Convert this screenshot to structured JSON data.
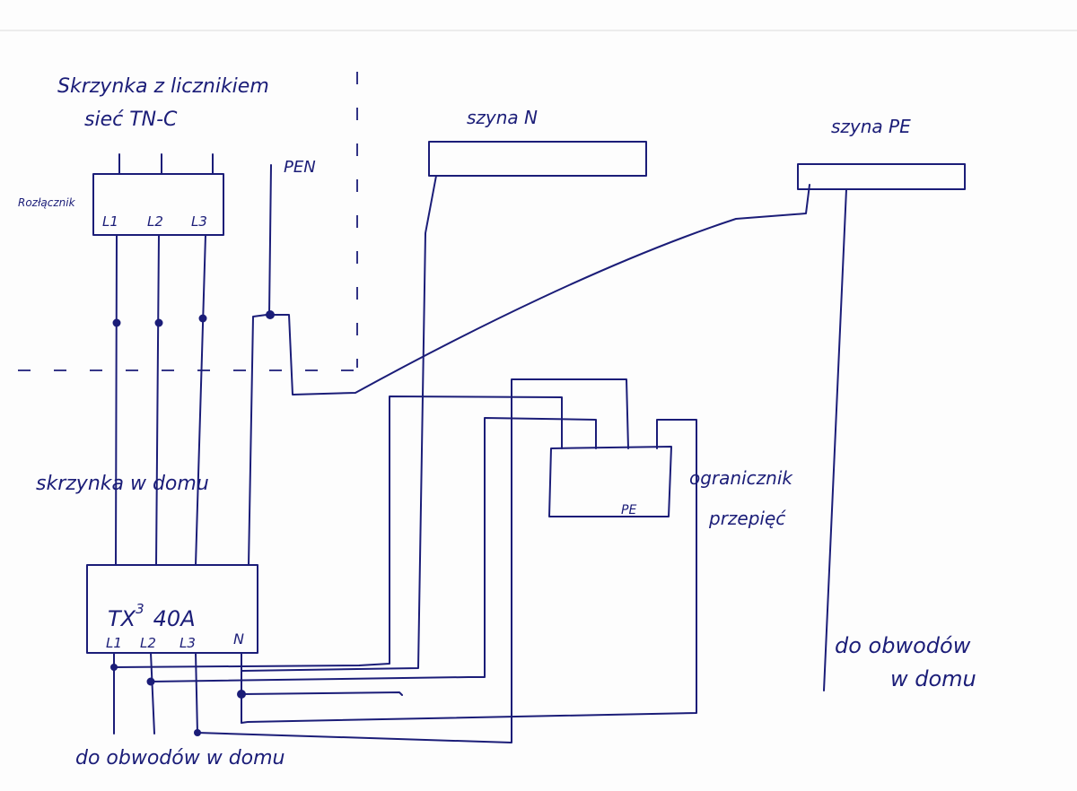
{
  "labels": {
    "meter_box_title": "Skrzynka z licznikiem",
    "network_type": "sieć TN-C",
    "disconnector": "Rozłącznik",
    "disc_l1": "L1",
    "disc_l2": "L2",
    "disc_l3": "L3",
    "pen": "PEN",
    "busbar_n": "szyna N",
    "busbar_pe": "szyna PE",
    "home_box": "skrzynka w domu",
    "switch_name": "TX",
    "switch_sup": "3",
    "switch_rating": "40A",
    "sw_l1": "L1",
    "sw_l2": "L2",
    "sw_l3": "L3",
    "sw_n": "N",
    "spd_terminal": "PE",
    "spd_line1": "ogranicznik",
    "spd_line2": "przepięć",
    "circuits_bottom": "do obwodów w domu",
    "circuits_right_1": "do obwodów",
    "circuits_right_2": "w domu"
  },
  "colors": {
    "ink": "#1b1d78",
    "paper": "#fdfdfd"
  }
}
